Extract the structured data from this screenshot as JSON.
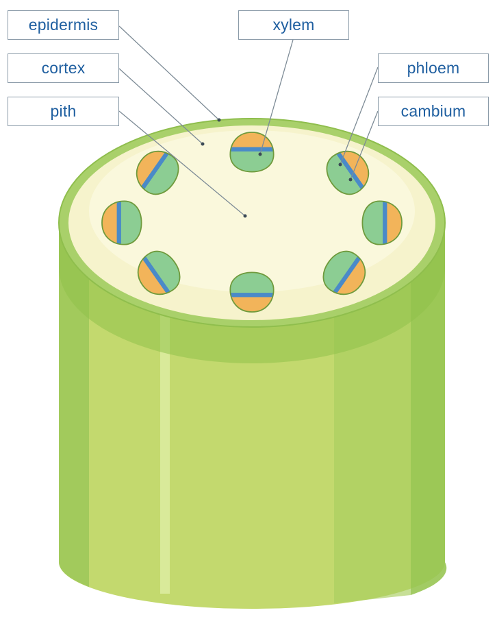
{
  "labels": {
    "epidermis": "epidermis",
    "cortex": "cortex",
    "pith": "pith",
    "xylem": "xylem",
    "phloem": "phloem",
    "cambium": "cambium"
  },
  "colors": {
    "stem_side": "#c3d96e",
    "stem_top_ring": "#a9d06a",
    "cortex": "#f6f3cc",
    "pith": "#faf8dc",
    "xylem": "#8ccd93",
    "phloem": "#f2b45a",
    "cambium": "#4a8ac8",
    "label_text": "#1f5fa0",
    "leader_line": "#7d8b96"
  },
  "bundle_count": 8
}
